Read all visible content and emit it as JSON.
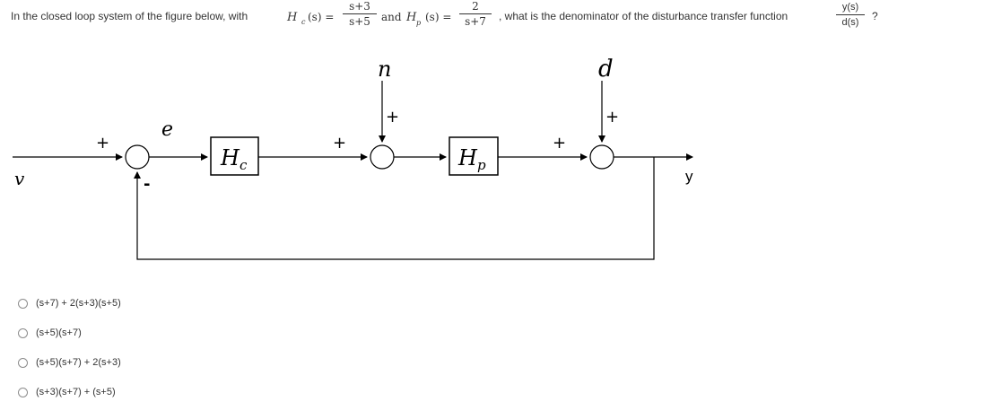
{
  "question": {
    "prefix": "In the closed loop system of the figure below, with",
    "hc_label": "H",
    "hc_sub": "c",
    "arg": "(s) =",
    "hc_num": "s+3",
    "hc_den": "s+5",
    "and_text": "and",
    "hp_label": "H",
    "hp_sub": "p",
    "hp_arg": "(s) =",
    "hp_num": "2",
    "hp_den": "s+7",
    "middle": ", what is the denominator of the disturbance transfer function",
    "tf_num": "y(s)",
    "tf_den": "d(s)",
    "suffix": "?"
  },
  "diagram": {
    "input_label": "v",
    "output_label": "y",
    "error_label": "e",
    "noise_label": "n",
    "disturbance_label": "d",
    "controller_label": "H",
    "controller_sub": "c",
    "plant_label": "H",
    "plant_sub": "p",
    "plus": "+",
    "minus": "-"
  },
  "options": [
    {
      "label": "(s+7) + 2(s+3)(s+5)"
    },
    {
      "label": "(s+5)(s+7)"
    },
    {
      "label": "(s+5)(s+7) + 2(s+3)"
    },
    {
      "label": "(s+3)(s+7) + (s+5)"
    }
  ]
}
